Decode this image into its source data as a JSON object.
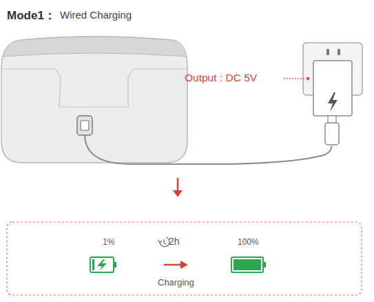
{
  "diagram": {
    "title": "Mode1：",
    "nodes": [
      {
        "text": [
          "1%",
          "2h",
          "100%",
          "Charging"
        ]
      }
    ],
    "labels": [
      "Wired Charging",
      "Output : DC 5V"
    ]
  }
}
